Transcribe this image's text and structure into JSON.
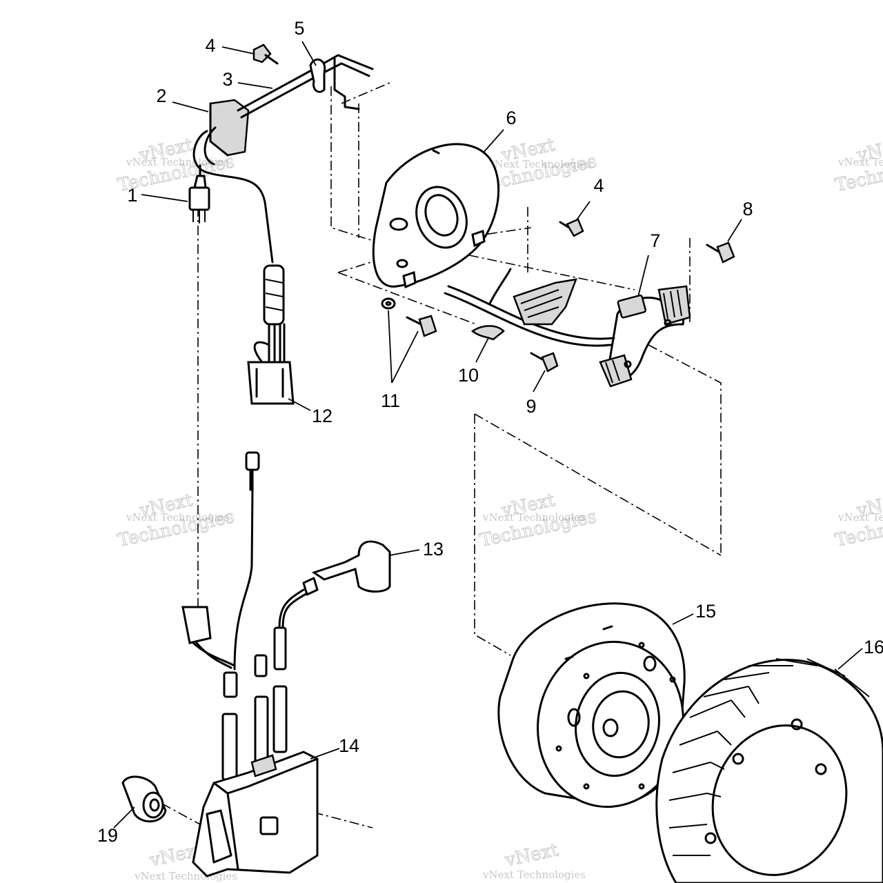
{
  "callouts": [
    {
      "id": "1",
      "text": "1"
    },
    {
      "id": "2",
      "text": "2"
    },
    {
      "id": "3",
      "text": "3"
    },
    {
      "id": "4a",
      "text": "4"
    },
    {
      "id": "4b",
      "text": "4"
    },
    {
      "id": "5",
      "text": "5"
    },
    {
      "id": "6",
      "text": "6"
    },
    {
      "id": "7",
      "text": "7"
    },
    {
      "id": "8",
      "text": "8"
    },
    {
      "id": "9",
      "text": "9"
    },
    {
      "id": "10",
      "text": "10"
    },
    {
      "id": "11",
      "text": "11"
    },
    {
      "id": "12",
      "text": "12"
    },
    {
      "id": "13",
      "text": "13"
    },
    {
      "id": "14",
      "text": "14"
    },
    {
      "id": "15",
      "text": "15"
    },
    {
      "id": "16",
      "text": "16"
    },
    {
      "id": "19",
      "text": "19"
    }
  ],
  "watermark": {
    "line1": "vNext",
    "line2": "Technologies",
    "small": "vNext Technologies"
  }
}
